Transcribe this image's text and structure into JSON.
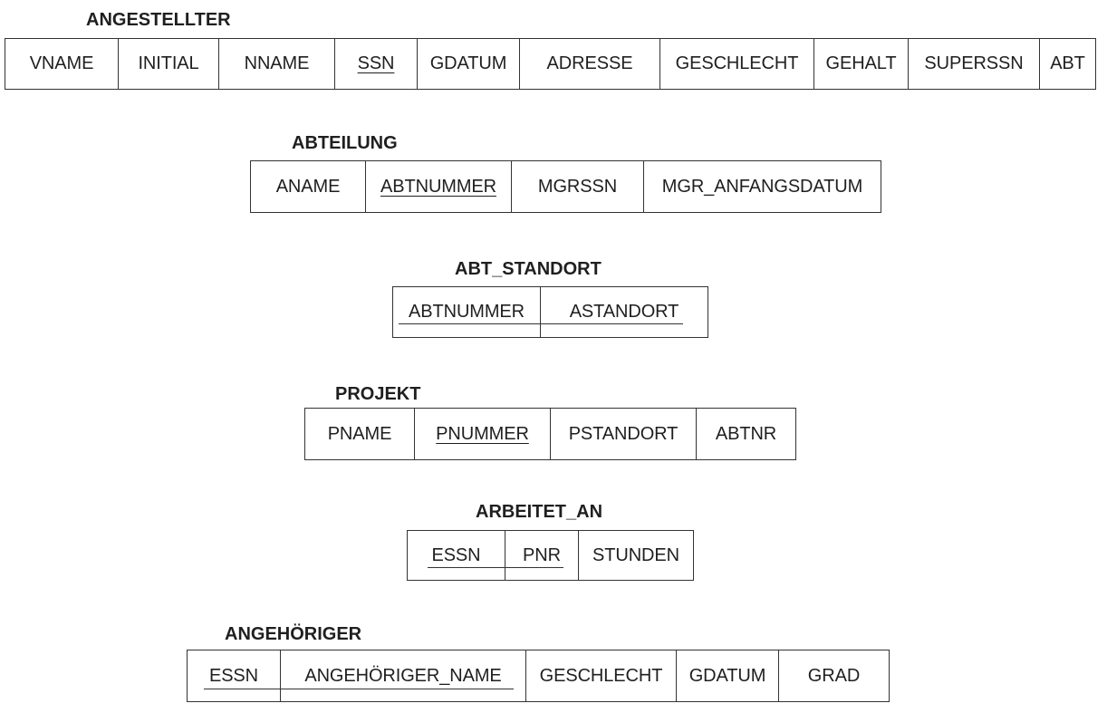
{
  "relations": [
    {
      "name": "ANGESTELLTER",
      "attributes": [
        {
          "label": "VNAME",
          "pk": false
        },
        {
          "label": "INITIAL",
          "pk": false
        },
        {
          "label": "NNAME",
          "pk": false
        },
        {
          "label": "SSN",
          "pk": true
        },
        {
          "label": "GDATUM",
          "pk": false
        },
        {
          "label": "ADRESSE",
          "pk": false
        },
        {
          "label": "GESCHLECHT",
          "pk": false
        },
        {
          "label": "GEHALT",
          "pk": false
        },
        {
          "label": "SUPERSSN",
          "pk": false
        },
        {
          "label": "ABT",
          "pk": false
        }
      ]
    },
    {
      "name": "ABTEILUNG",
      "attributes": [
        {
          "label": "ANAME",
          "pk": false
        },
        {
          "label": "ABTNUMMER",
          "pk": true
        },
        {
          "label": "MGRSSN",
          "pk": false
        },
        {
          "label": "MGR_ANFANGSDATUM",
          "pk": false
        }
      ]
    },
    {
      "name": "ABT_STANDORT",
      "attributes": [
        {
          "label": "ABTNUMMER",
          "pk": true
        },
        {
          "label": "ASTANDORT",
          "pk": true
        }
      ]
    },
    {
      "name": "PROJEKT",
      "attributes": [
        {
          "label": "PNAME",
          "pk": false
        },
        {
          "label": "PNUMMER",
          "pk": true
        },
        {
          "label": "PSTANDORT",
          "pk": false
        },
        {
          "label": "ABTNR",
          "pk": false
        }
      ]
    },
    {
      "name": "ARBEITET_AN",
      "attributes": [
        {
          "label": "ESSN",
          "pk": true
        },
        {
          "label": "PNR",
          "pk": true
        },
        {
          "label": "STUNDEN",
          "pk": false
        }
      ]
    },
    {
      "name": "ANGEHÖRIGER",
      "attributes": [
        {
          "label": "ESSN",
          "pk": true
        },
        {
          "label": "ANGEHÖRIGER_NAME",
          "pk": true
        },
        {
          "label": "GESCHLECHT",
          "pk": false
        },
        {
          "label": "GDATUM",
          "pk": false
        },
        {
          "label": "GRAD",
          "pk": false
        }
      ]
    }
  ]
}
